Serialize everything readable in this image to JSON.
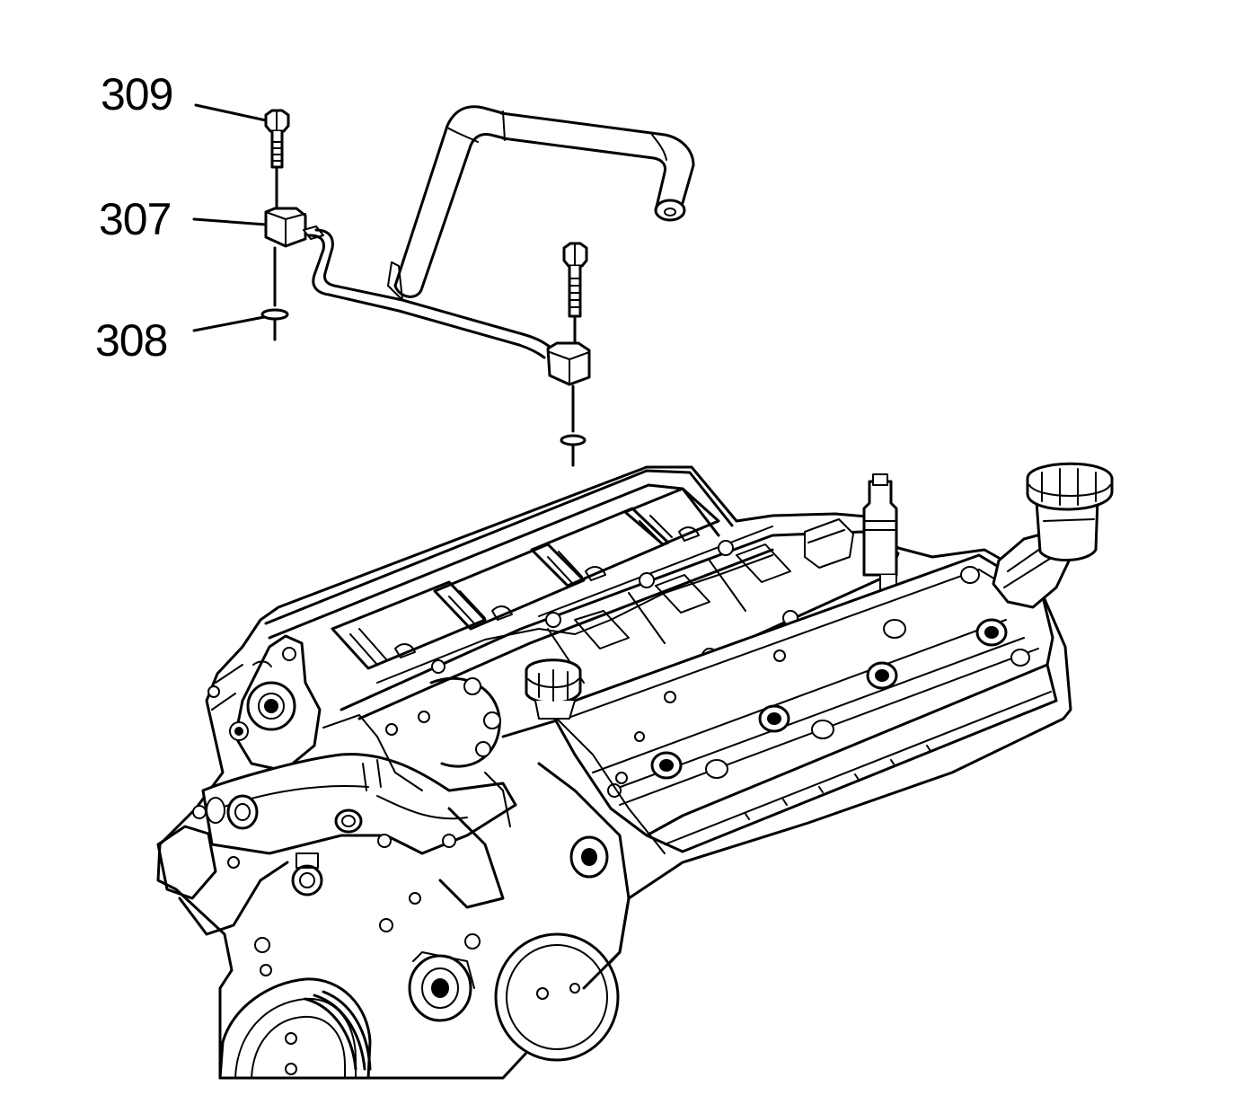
{
  "callouts": {
    "c309": "309",
    "c307": "307",
    "c308": "308"
  },
  "colors": {
    "line": "#000000",
    "background": "#ffffff"
  }
}
